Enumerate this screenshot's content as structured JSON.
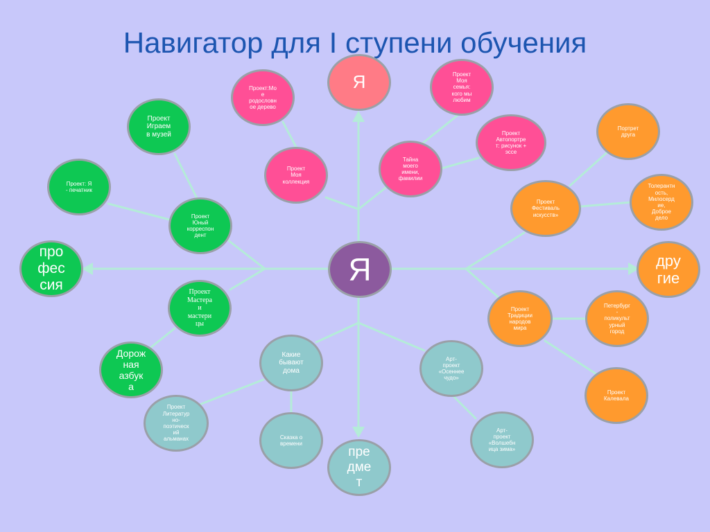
{
  "title": "Навигатор для I ступени обучения",
  "colors": {
    "background": "#c8c8fa",
    "title": "#1c55b0",
    "lines": "#b4ecd8",
    "pink": "#ff4f96",
    "salmon": "#ff7b86",
    "green": "#0ec853",
    "orange": "#ff9a2e",
    "teal": "#8fc9cc",
    "center": "#8c5a9e"
  },
  "nodes": {
    "center": "Я",
    "top_ya": "Я",
    "professiya": "про\nфес\nсия",
    "drugie": "дру\nгие",
    "predmet": "пре\nдме\nт",
    "rodoslovnoe": "Проект:Мо\nе\nродословн\nое дерево",
    "moya_kollekciya": "Проект\nМоя\nколлекция",
    "tayna_imeni": "Тайна\nмоего\nимени,\nфамилии",
    "moya_semya": "Проект\nМоя\nсемья:\nкого мы\nлюбим",
    "avtoportret": "Проект\nАвтопортре\nт: рисунок +\nэссе",
    "igraem_v_muzey": "Проект\nИграем\nв музей",
    "ya_pechatnik": "Проект: Я\n- печатник",
    "yunyy_korrespondent": "Проект\nЮный\nкорреспон\nдент",
    "mastera": "Проект\nМастера\nи\nмастери\nцы",
    "dorozhnaya_azbuka": "Дорож\nная\nазбук\nа",
    "portret_druga": "Портрет\nдруга",
    "festival": "Проект\nФестиваль\nискусств»",
    "tolerantnost": "Толерантн\nость,\nМилосерд\nие,\nДоброе\nдело",
    "tradicii": "Проект\nТрадиции\nнародов\nмира",
    "peterburg": "Петербург\n-\nполикульт\nурный\nгород",
    "kalevala": "Проект\nКалевала",
    "kakie_doma": "Какие\nбывают\nдома",
    "almanakh": "Проект\nЛитератур\nно-\nпоэтическ\nий\nальманах",
    "skazka": "Сказка о\nвремени",
    "osennee_chudo": "Арт-\nпроект\n«Осеннее\nчудо»",
    "volshebnica_zima": "Арт-\nпроект\n«Волшебн\nица зима»"
  }
}
